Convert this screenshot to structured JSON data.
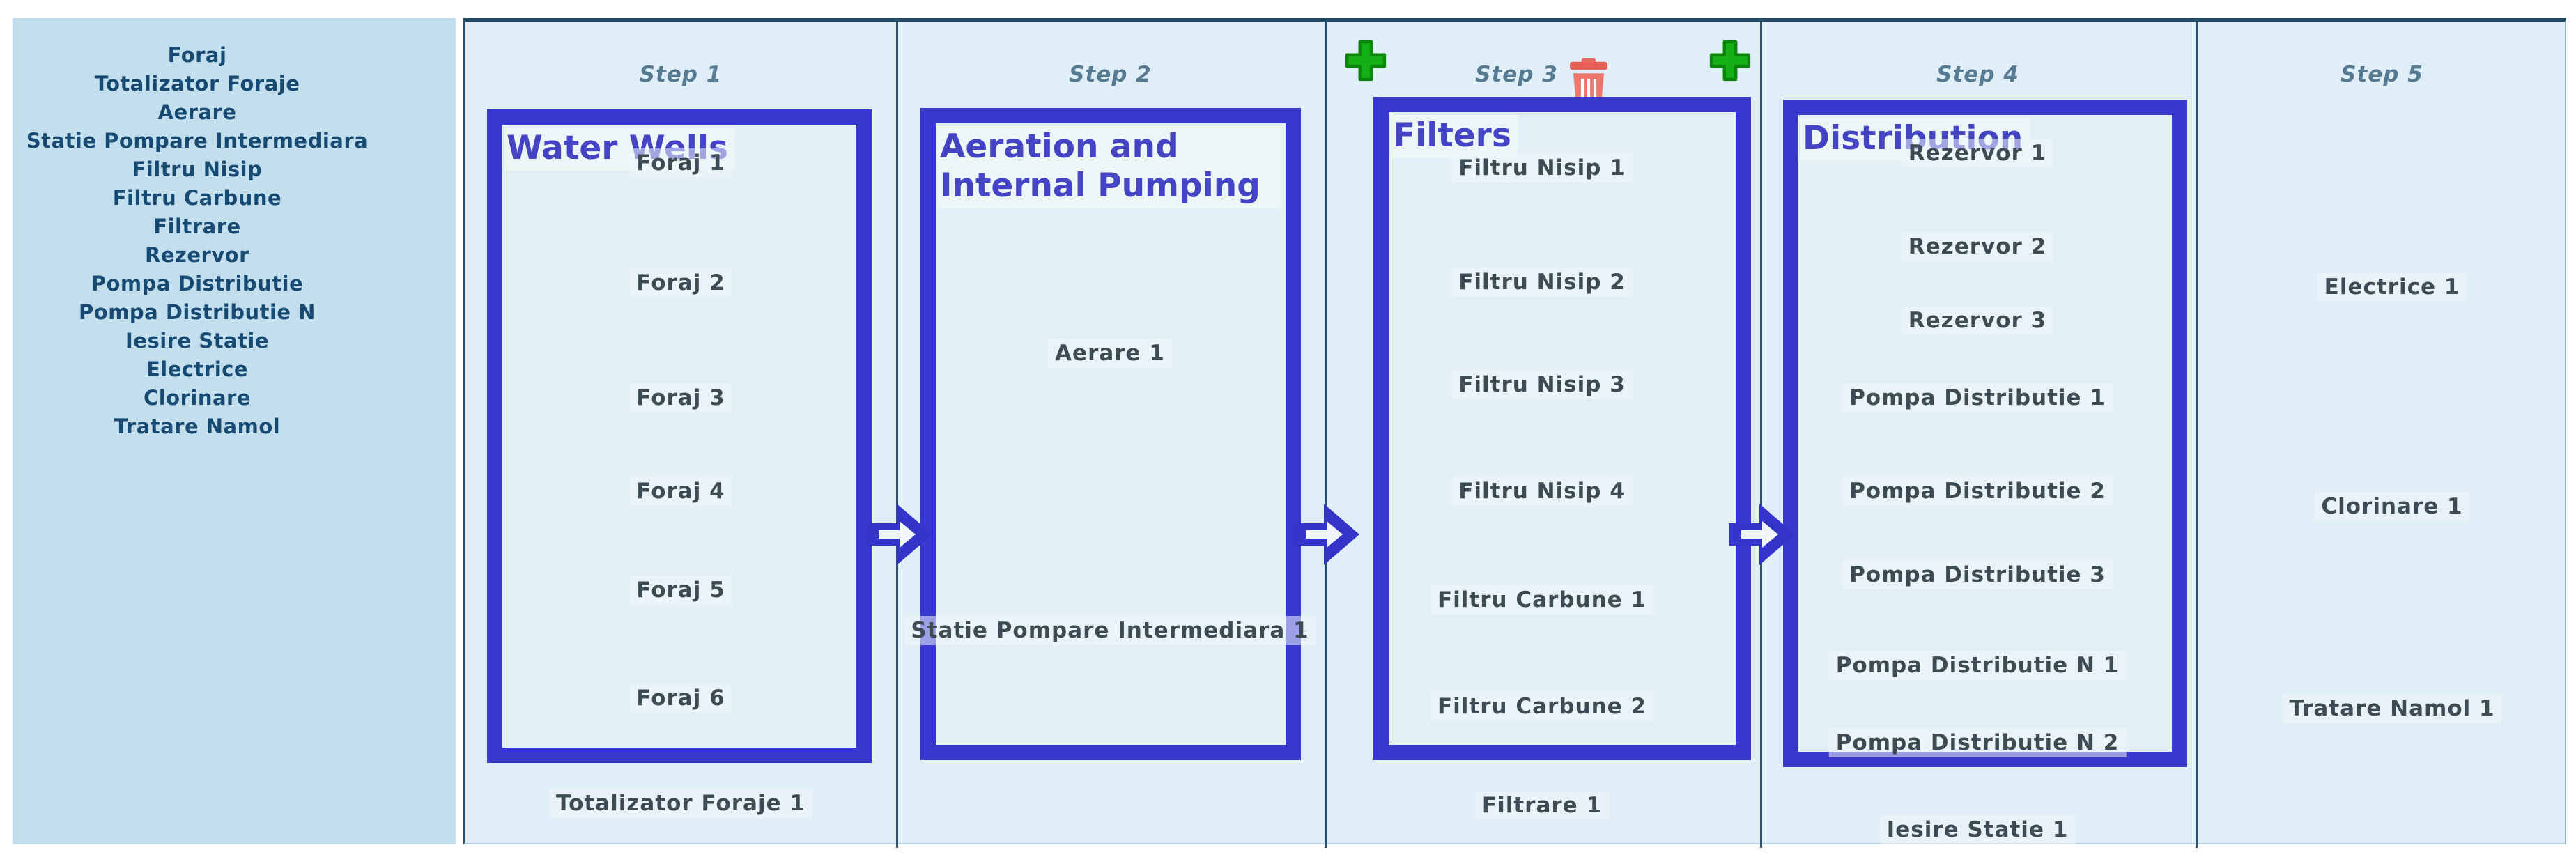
{
  "sidebar": {
    "items": [
      "Foraj",
      "Totalizator Foraje",
      "Aerare",
      "Statie Pompare Intermediara",
      "Filtru Nisip",
      "Filtru Carbune",
      "Filtrare",
      "Rezervor",
      "Pompa Distributie",
      "Pompa Distributie N",
      "Iesire Statie",
      "Electrice",
      "Clorinare",
      "Tratare Namol"
    ]
  },
  "steps": [
    {
      "label": "Step 1",
      "box_title": "Water Wells",
      "items": [
        "Foraj 1",
        "Foraj 2",
        "Foraj 3",
        "Foraj 4",
        "Foraj 5",
        "Foraj 6",
        "Totalizator Foraje 1"
      ]
    },
    {
      "label": "Step 2",
      "box_title": "Aeration and Internal Pumping",
      "items": [
        "Aerare 1",
        "Statie Pompare Intermediara 1"
      ]
    },
    {
      "label": "Step 3",
      "box_title": "Filters",
      "has_delete": true,
      "items": [
        "Filtru Nisip 1",
        "Filtru Nisip 2",
        "Filtru Nisip 3",
        "Filtru Nisip 4",
        "Filtru Carbune 1",
        "Filtru Carbune 2",
        "Filtrare 1"
      ]
    },
    {
      "label": "Step 4",
      "box_title": "Distribution",
      "items": [
        "Rezervor 1",
        "Rezervor 2",
        "Rezervor 3",
        "Pompa Distributie 1",
        "Pompa Distributie 2",
        "Pompa Distributie 3",
        "Pompa Distributie N 1",
        "Pompa Distributie N 2",
        "Iesire Statie 1"
      ]
    },
    {
      "label": "Step 5",
      "items": [
        "Electrice 1",
        "Clorinare 1",
        "Tratare Namol 1"
      ]
    }
  ],
  "icons": {
    "add_step": "plus-icon",
    "delete_step": "trash-icon",
    "flow": "arrow-right-icon"
  },
  "colors": {
    "sidebar_bg": "#c3dfee",
    "sidebar_text": "#174a73",
    "steps_bg": "#dfeef7",
    "frame_dark": "#2d4f6b",
    "box_border_blue": "#3838cf",
    "box_title_blue": "#4444c4",
    "item_text": "#3d4b54",
    "step_header_text": "#567a91",
    "plus_green": "#15b015",
    "trash_salmon": "#ed6b62",
    "arrow_blue": "#3434c8"
  }
}
